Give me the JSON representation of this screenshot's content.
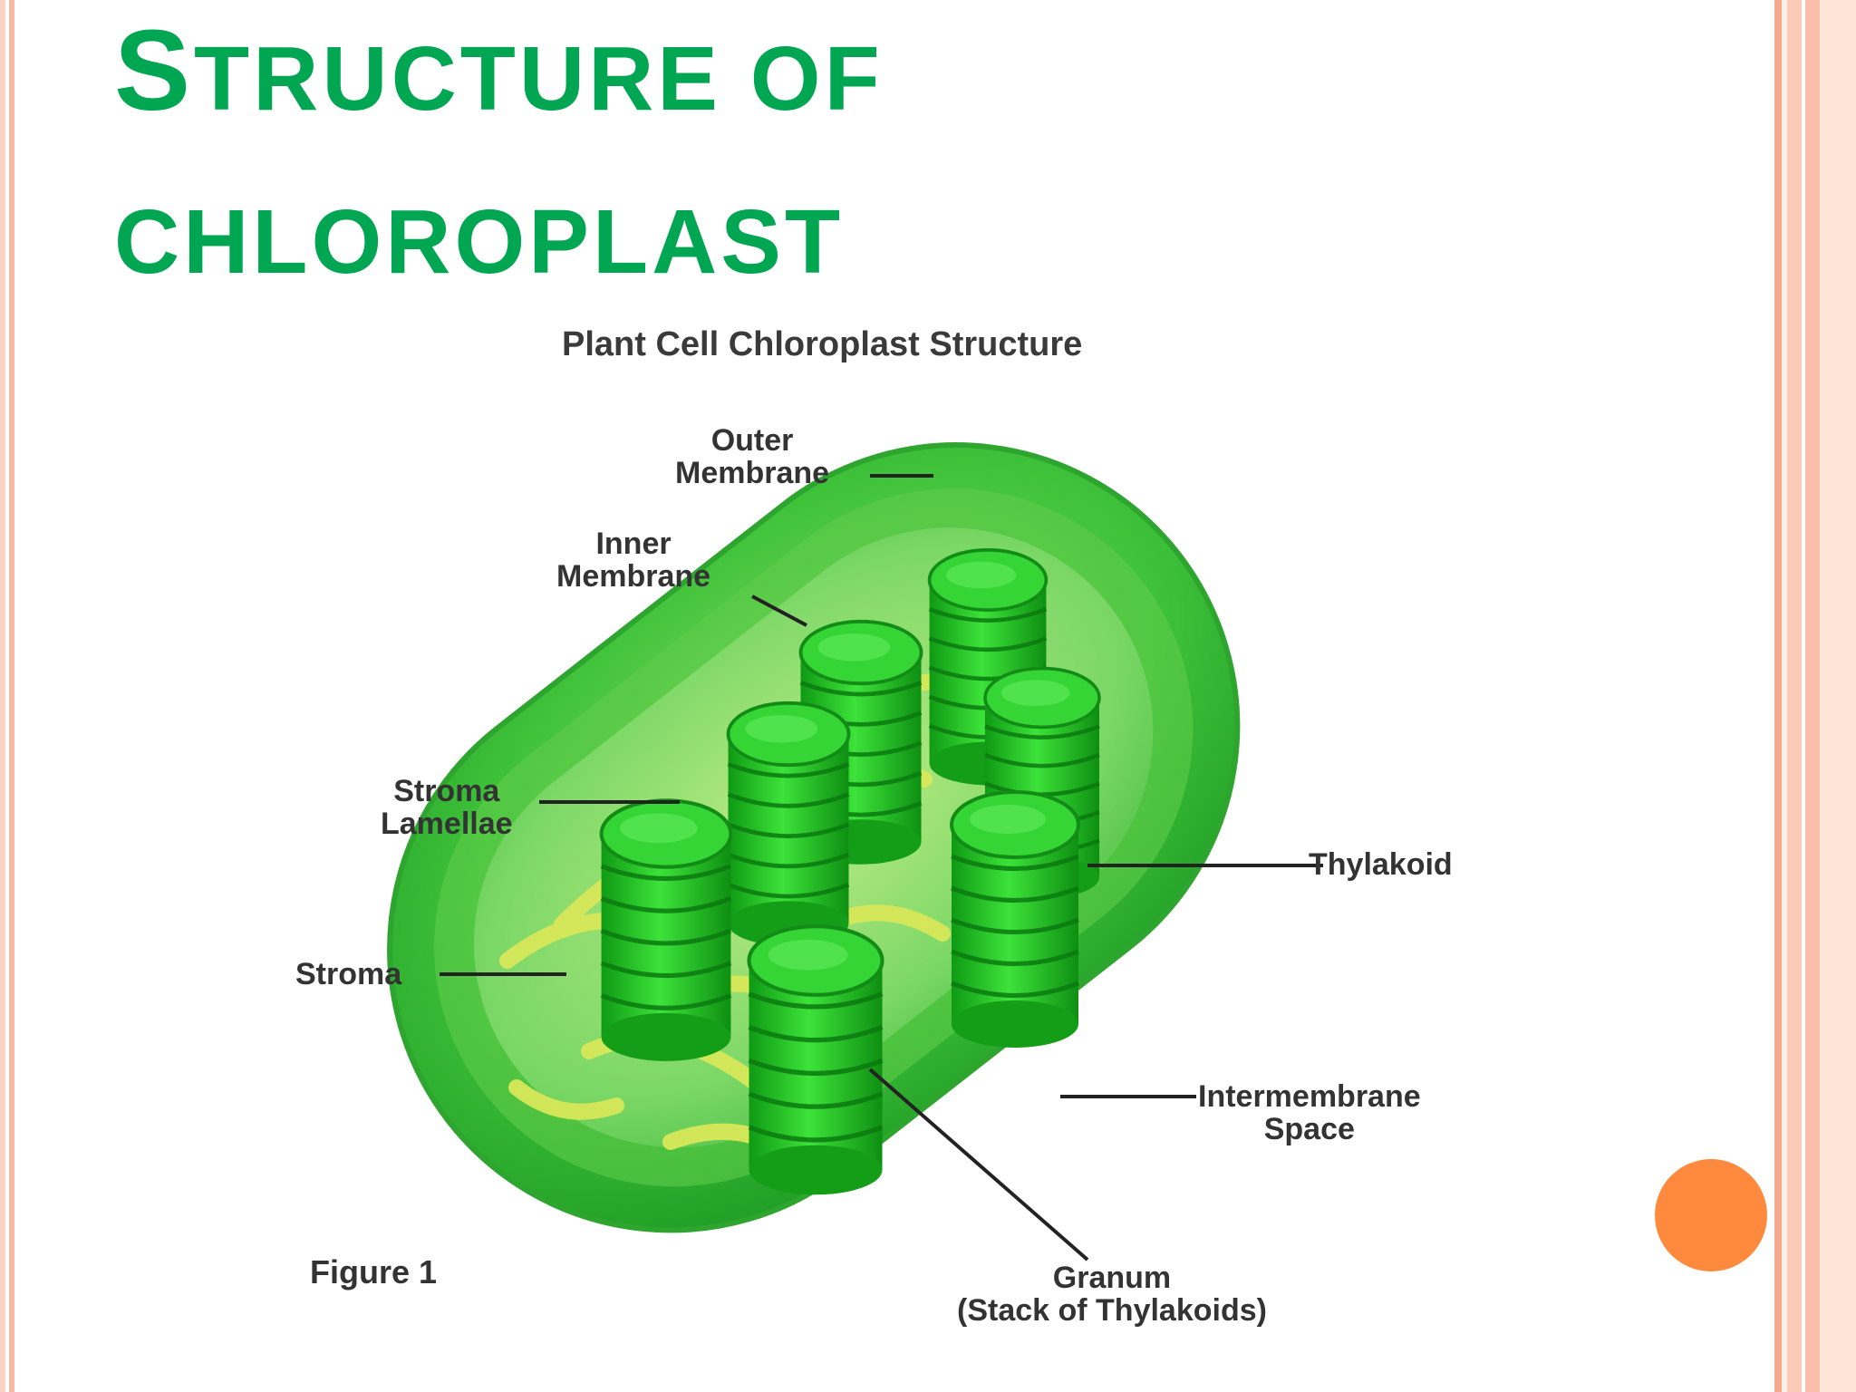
{
  "slide": {
    "title_first_letter": "S",
    "title_rest": "TRUCTURE OF",
    "title_line2": "CHLOROPLAST"
  },
  "diagram": {
    "title": "Plant Cell Chloroplast Structure",
    "figure_label": "Figure 1",
    "labels": {
      "outer_membrane": [
        "Outer",
        "Membrane"
      ],
      "inner_membrane": [
        "Inner",
        "Membrane"
      ],
      "stroma_lamellae": [
        "Stroma",
        "Lamellae"
      ],
      "stroma": "Stroma",
      "thylakoid": "Thylakoid",
      "intermembrane_space": [
        "Intermembrane",
        "Space"
      ],
      "granum": [
        "Granum",
        "(Stack of Thylakoids)"
      ]
    },
    "colors": {
      "outer": "#3fc23a",
      "inner": "#7fd96a",
      "granum": "#1fbf1f",
      "lamellae": "#d8e85a",
      "accent_dot": "#ff8a3d",
      "title_green": "#00a651"
    }
  }
}
